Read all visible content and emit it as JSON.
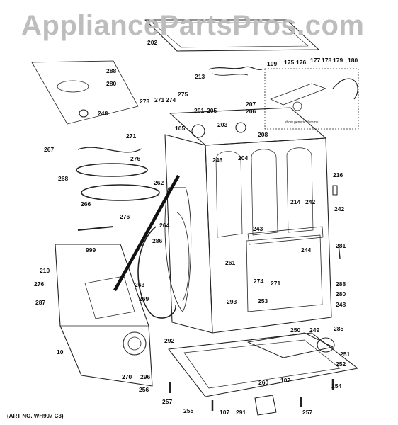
{
  "watermark": "AppliancePartsPros.com",
  "caption": "(ART NO. WH907 C3)",
  "inset_note": "show generic dummy",
  "callouts": [
    "202",
    "288",
    "280",
    "248",
    "213",
    "109",
    "175",
    "176",
    "177",
    "178",
    "179",
    "180",
    "273",
    "271",
    "274",
    "275",
    "201",
    "205",
    "207",
    "206",
    "203",
    "208",
    "204",
    "246",
    "105",
    "271",
    "276",
    "267",
    "268",
    "266",
    "262",
    "216",
    "242",
    "214",
    "242",
    "276",
    "999",
    "264",
    "286",
    "243",
    "244",
    "281",
    "261",
    "210",
    "276",
    "287",
    "263",
    "269",
    "274",
    "271",
    "288",
    "280",
    "248",
    "293",
    "253",
    "250",
    "249",
    "285",
    "292",
    "10",
    "270",
    "296",
    "251",
    "252",
    "256",
    "107",
    "254",
    "260",
    "257",
    "255",
    "107",
    "291",
    "257"
  ]
}
